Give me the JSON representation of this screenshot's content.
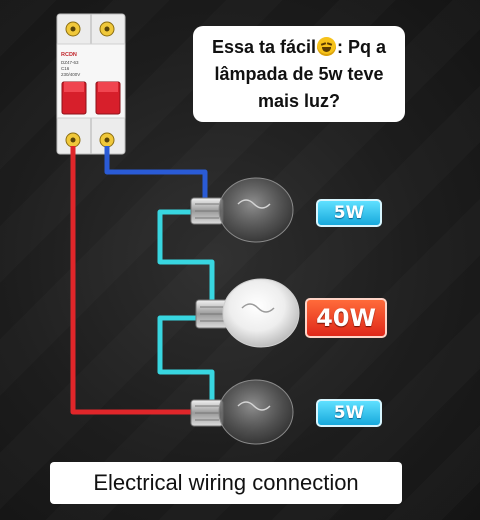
{
  "question": {
    "line1": "Essa ta fácil",
    "line1_end": ": Pq a",
    "line2": "lâmpada de 5w teve",
    "line3": "mais luz?",
    "emoji_icon": "rolling-on-floor-laughing-emoji"
  },
  "badges": [
    {
      "label": "5W"
    },
    {
      "label": "40W"
    },
    {
      "label": "5W"
    }
  ],
  "breaker": {
    "brand": "RCDN",
    "label_lines": [
      "DZ47-63",
      "C16",
      "230/400V"
    ]
  },
  "caption": "Electrical wiring connection",
  "colors": {
    "phase_wire": "#e0262a",
    "neutral_wire": "#2a5bd6",
    "bulb_link_wire": "#38d6e0",
    "badge_5w": "#26b8e8",
    "badge_40w": "#f0401f"
  }
}
